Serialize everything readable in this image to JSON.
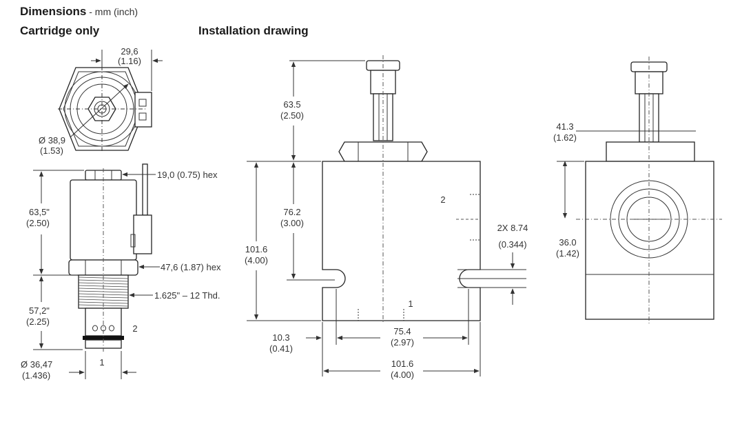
{
  "header": {
    "title": "Dimensions",
    "units": " - mm (inch)",
    "cartridge_title": "Cartridge only",
    "installation_title": "Installation drawing"
  },
  "cartridge": {
    "top_width": {
      "mm": "29,6",
      "inch": "(1.16)"
    },
    "top_diameter": {
      "mm": "Ø 38,9",
      "inch": "(1.53)"
    },
    "hex_top": "19,0 (0.75) hex",
    "hex_mid": "47,6 (1.87) hex",
    "thread": "1.625\" – 12 Thd.",
    "coil_height": {
      "mm": "63,5\"",
      "inch": "(2.50)"
    },
    "body_height": {
      "mm": "57,2\"",
      "inch": "(2.25)"
    },
    "bottom_diameter": {
      "mm": "Ø 36,47",
      "inch": "(1.436)"
    },
    "port1": "1",
    "port2": "2"
  },
  "installation": {
    "stem_height": {
      "mm": "63.5",
      "inch": "(2.50)"
    },
    "port_height": {
      "mm": "76.2",
      "inch": "(3.00)"
    },
    "block_height": {
      "mm": "101.6",
      "inch": "(4.00)"
    },
    "mount_holes": {
      "label": "2X 8.74",
      "inch": "(0.344)"
    },
    "edge_offset": {
      "mm": "10.3",
      "inch": "(0.41)"
    },
    "hole_spacing": {
      "mm": "75.4",
      "inch": "(2.97)"
    },
    "block_width": {
      "mm": "101.6",
      "inch": "(4.00)"
    },
    "side_offset": {
      "mm": "41.3",
      "inch": "(1.62)"
    },
    "side_port_height": {
      "mm": "36.0",
      "inch": "(1.42)"
    },
    "port1": "1",
    "port2": "2"
  }
}
